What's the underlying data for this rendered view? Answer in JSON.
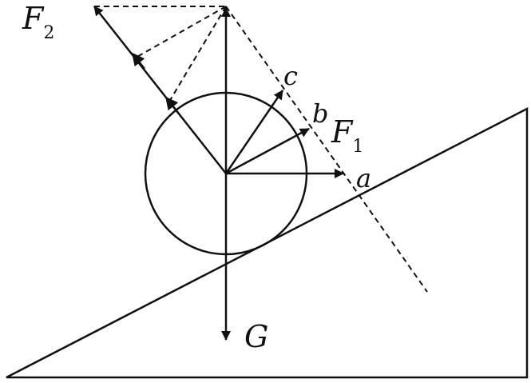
{
  "labels": {
    "f2": "F",
    "f2_sub": "2",
    "f1": "F",
    "f1_sub": "1",
    "g": "G",
    "a": "a",
    "b": "b",
    "c": "c"
  },
  "colors": {
    "ink": "#111111",
    "background": "#ffffff"
  }
}
